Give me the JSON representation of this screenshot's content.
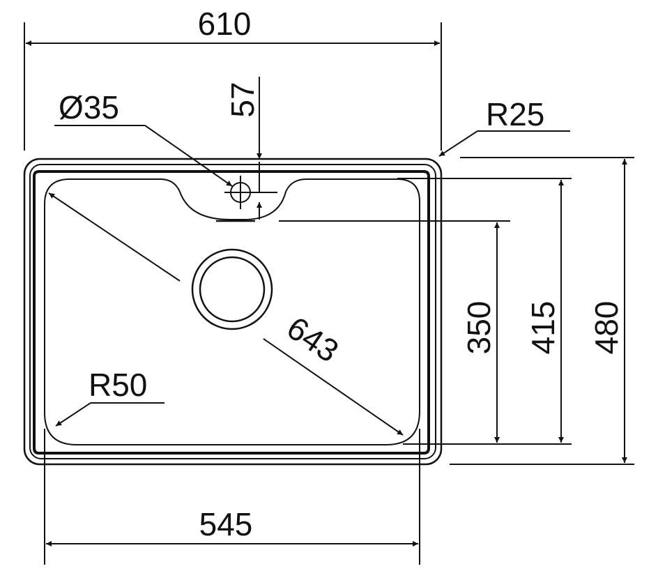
{
  "dimensions": {
    "overall_width": "610",
    "overall_depth": "480",
    "bowl_width": "545",
    "bowl_depth": "415",
    "bowl_depth_inner": "350",
    "bowl_diagonal": "643",
    "tap_hole_diameter": "Ø35",
    "tap_hole_offset": "57",
    "outer_corner_radius": "R25",
    "bowl_corner_radius": "R50"
  },
  "colors": {
    "line": "#111111",
    "background": "#ffffff"
  }
}
